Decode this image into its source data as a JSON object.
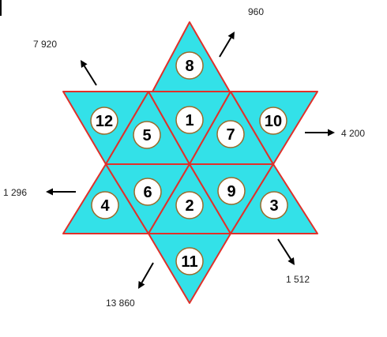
{
  "colors": {
    "fill": "#33e1e8",
    "stroke": "#e0302a",
    "circle_fill": "#ffffff",
    "circle_ring": "#9a6a2a",
    "arrow": "#000000",
    "text": "#000000"
  },
  "cells": [
    {
      "id": "top",
      "label": "8"
    },
    {
      "id": "row1-left-tip",
      "label": "12"
    },
    {
      "id": "row1-left-inv",
      "label": "5"
    },
    {
      "id": "row1-center",
      "label": "1"
    },
    {
      "id": "row1-right-inv",
      "label": "7"
    },
    {
      "id": "row1-right-tip",
      "label": "10"
    },
    {
      "id": "row2-left-tip",
      "label": "4"
    },
    {
      "id": "row2-left-up",
      "label": "6"
    },
    {
      "id": "row2-center-inv",
      "label": "2"
    },
    {
      "id": "row2-right-up",
      "label": "9"
    },
    {
      "id": "row2-right-tip",
      "label": "3"
    },
    {
      "id": "bottom",
      "label": "11"
    }
  ],
  "products": [
    {
      "id": "top-right",
      "value": "960"
    },
    {
      "id": "top-left",
      "value": "7 920"
    },
    {
      "id": "right",
      "value": "4 200"
    },
    {
      "id": "left",
      "value": "1 296"
    },
    {
      "id": "bottom-right",
      "value": "1 512"
    },
    {
      "id": "bottom-left",
      "value": "13 860"
    }
  ]
}
